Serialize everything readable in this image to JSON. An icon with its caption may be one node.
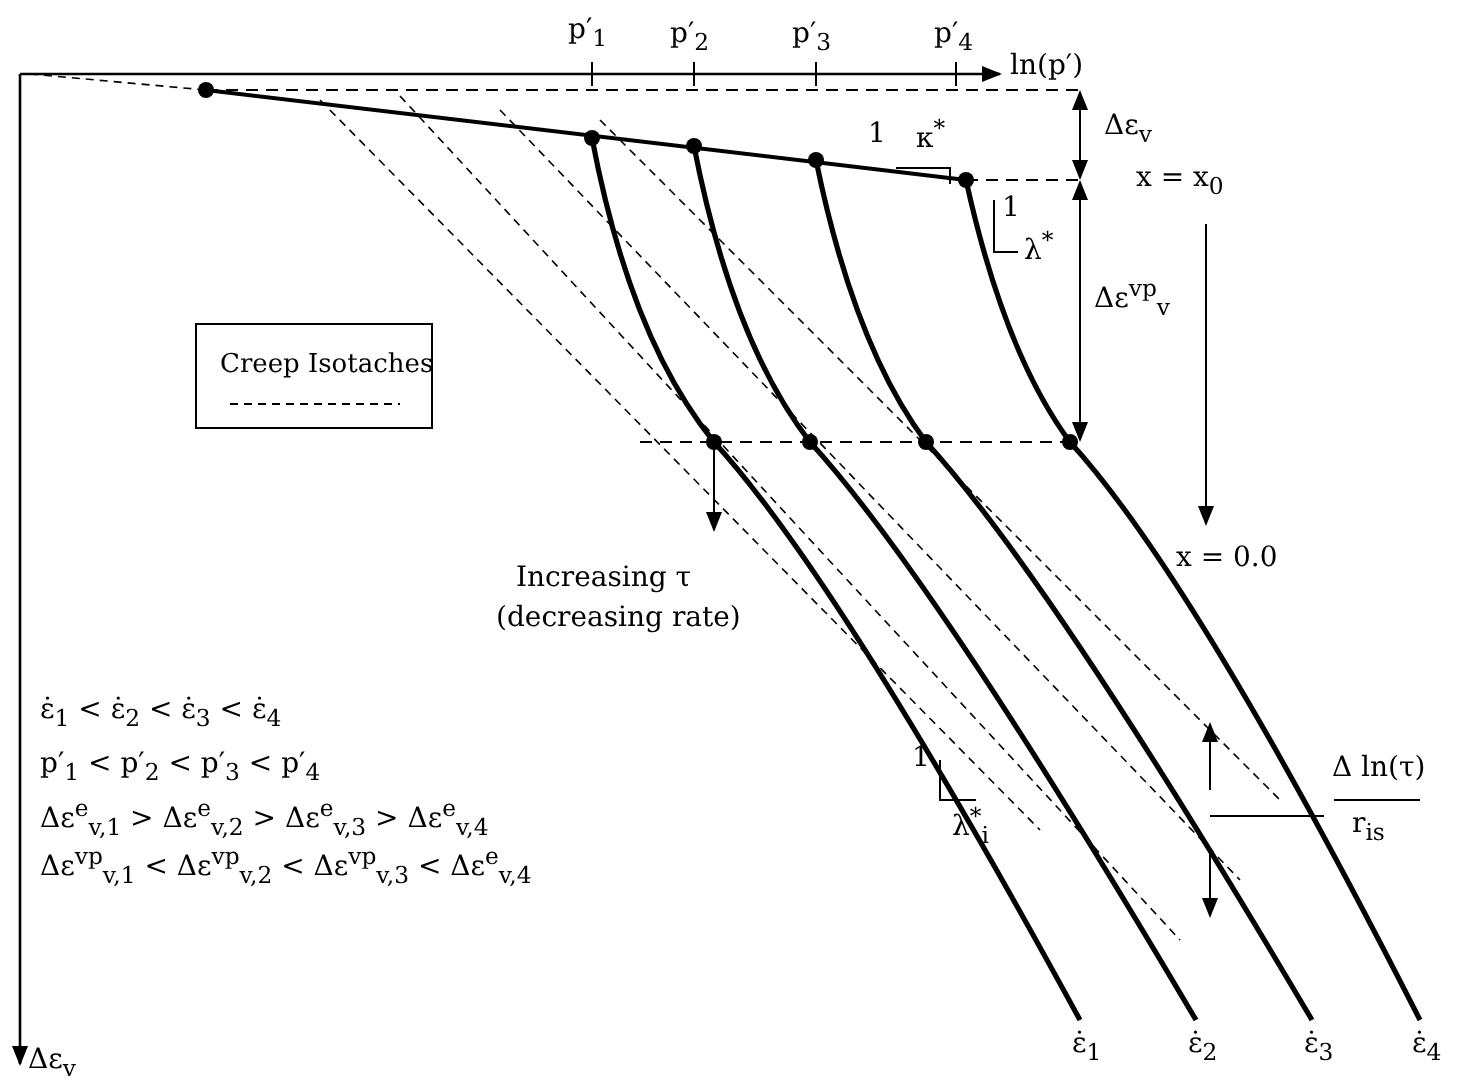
{
  "diagram": {
    "labels": [
      "ln(p′)",
      "p′$_{1}$",
      "p′$_{2}$",
      "p′$_{3}$",
      "p′$_{4}$",
      "Δε$_{v}$",
      "x = x$_{0}$",
      "1",
      "κ$^{*}$",
      "1",
      "λ$^{*}$",
      "Δε$^{vp}$$_{v}$",
      "x = 0.0",
      "Increasing τ",
      "(decreasing rate)",
      "Δ ln(τ)",
      "r$_{is}$",
      "ε̇$_{1}$ < ε̇$_{2}$ < ε̇$_{3}$ < ε̇$_{4}$",
      "p′$_{1}$ < p′$_{2}$ < p′$_{3}$ < p′$_{4}$",
      "Δε$^{e}$$_{v,1}$ > Δε$^{e}$$_{v,2}$ > Δε$^{e}$$_{v,3}$ > Δε$^{e}$$_{v,4}$",
      "Δε$^{vp}$$_{v,1}$ < Δε$^{vp}$$_{v,2}$ < Δε$^{vp}$$_{v,3}$ < Δε$^{e}$$_{v,4}$",
      "1",
      "λ$^{*}$$_{i}$",
      "ε̇$_{1}$",
      "ε̇$_{2}$",
      "ε̇$_{3}$",
      "ε̇$_{4}$",
      "Δε$_{v}$"
    ],
    "legend": [
      {
        "text": "Creep Isotaches"
      }
    ]
  }
}
